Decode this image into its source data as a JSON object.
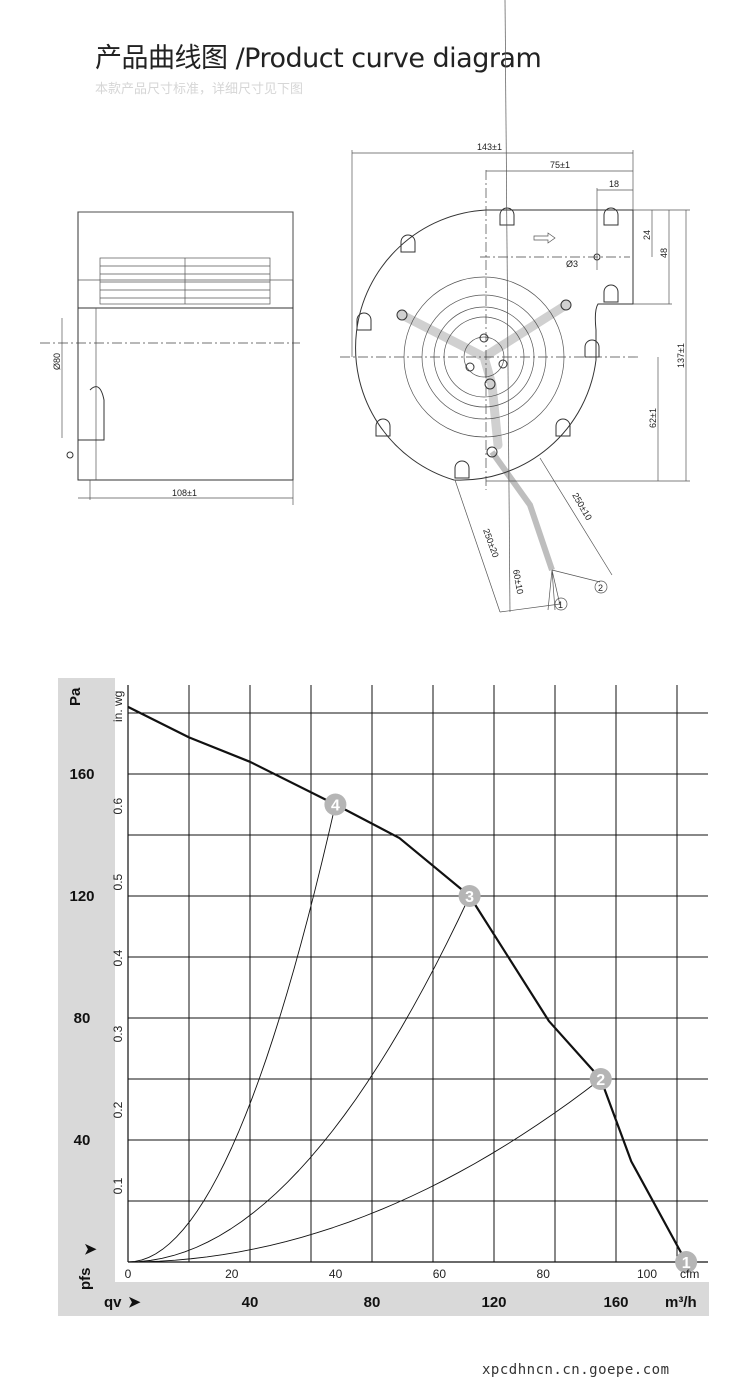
{
  "header": {
    "title": "产品曲线图 /Product curve diagram",
    "subtitle": "本款产品尺寸标准，详细尺寸见下图"
  },
  "drawing": {
    "side_view": {
      "diameter": "Ø80",
      "width": "108±1"
    },
    "front_view": {
      "overall_width": "143±1",
      "offset_75": "75±1",
      "offset_18": "18",
      "height_24": "24",
      "height_48": "48",
      "hole": "Ø3",
      "overall_height": "137±1",
      "height_62": "62±1",
      "cable_1": "250±20",
      "cable_2": "250±10",
      "strip": "60±10",
      "marker_1": "1",
      "marker_2": "2"
    }
  },
  "chart_data": {
    "type": "line",
    "title": "",
    "xlabel": "qv",
    "x_unit": "m³/h",
    "x_unit_secondary": "cfm",
    "ylabel": "pfs",
    "y_unit": "Pa",
    "y_unit_secondary": "in. wg",
    "xlim": [
      0,
      190
    ],
    "ylim": [
      0,
      180
    ],
    "x_ticks": [
      40,
      80,
      120,
      160
    ],
    "x_ticks_secondary": [
      0,
      20,
      40,
      60,
      80,
      100
    ],
    "y_ticks": [
      40,
      80,
      120,
      160
    ],
    "y_ticks_secondary": [
      0.1,
      0.2,
      0.3,
      0.4,
      0.5,
      0.6
    ],
    "grid": true,
    "series": [
      {
        "name": "fan curve",
        "x": [
          0,
          20,
          40,
          68,
          89,
          112,
          138,
          155,
          165,
          183
        ],
        "y": [
          182,
          172,
          164,
          150,
          139,
          120,
          79,
          60,
          33,
          0
        ]
      },
      {
        "name": "system 4",
        "x": [
          0,
          17,
          34,
          51,
          68
        ],
        "y": [
          0,
          9.4,
          37.5,
          84,
          150
        ]
      },
      {
        "name": "system 3",
        "x": [
          0,
          28,
          56,
          84,
          112
        ],
        "y": [
          0,
          7.5,
          30,
          67.5,
          120
        ]
      },
      {
        "name": "system 2",
        "x": [
          0,
          39,
          78,
          116,
          155
        ],
        "y": [
          0,
          3.8,
          15,
          34,
          60
        ]
      }
    ],
    "operating_points": [
      {
        "label": "1",
        "x": 183,
        "y": 0
      },
      {
        "label": "2",
        "x": 155,
        "y": 60
      },
      {
        "label": "3",
        "x": 112,
        "y": 120
      },
      {
        "label": "4",
        "x": 68,
        "y": 150
      }
    ]
  }
}
